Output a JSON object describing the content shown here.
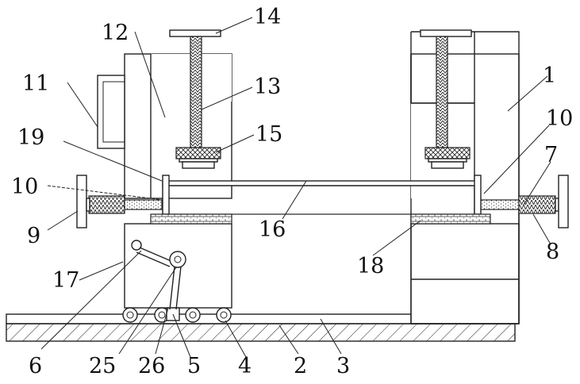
{
  "labels": {
    "l1": "1",
    "l2": "2",
    "l3": "3",
    "l4": "4",
    "l5": "5",
    "l6": "6",
    "l7": "7",
    "l8": "8",
    "l9": "9",
    "l10a": "10",
    "l10b": "10",
    "l11": "11",
    "l12": "12",
    "l13": "13",
    "l14": "14",
    "l15": "15",
    "l16": "16",
    "l17": "17",
    "l18": "18",
    "l19": "19",
    "l25": "25",
    "l26": "26"
  }
}
